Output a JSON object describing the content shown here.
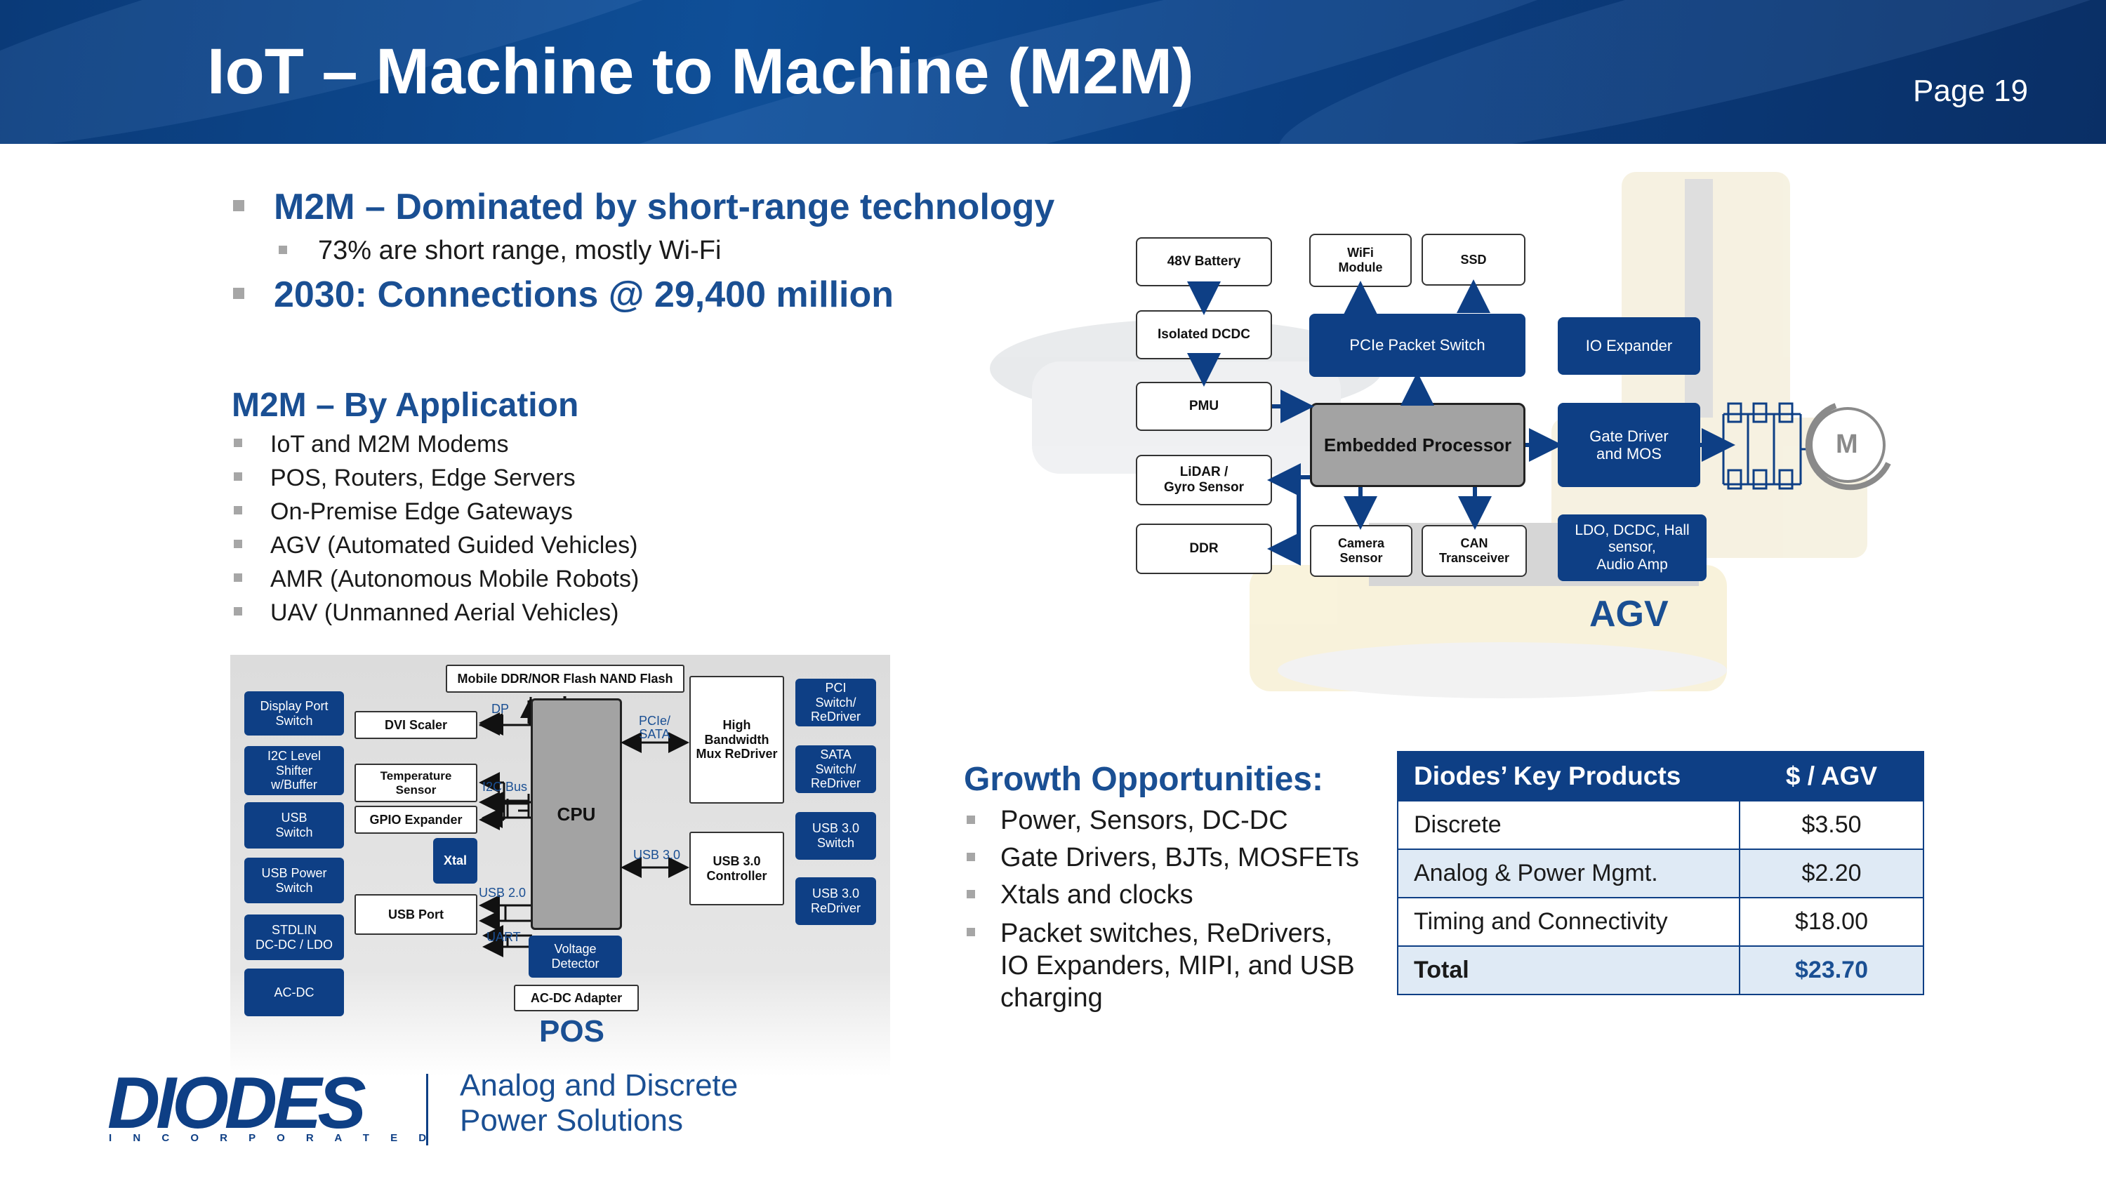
{
  "header": {
    "title": "IoT – Machine to Machine (M2M)",
    "page": "Page 19"
  },
  "bullets_top": [
    {
      "text": "M2M – Dominated by short-range technology",
      "level": 1
    },
    {
      "text": "73% are short range, mostly Wi-Fi",
      "level": 2
    },
    {
      "text": "2030: Connections @ 29,400 million",
      "level": 1
    }
  ],
  "by_application": {
    "heading": "M2M – By Application",
    "items": [
      "IoT and M2M Modems",
      "POS, Routers, Edge Servers",
      "On-Premise Edge Gateways",
      "AGV (Automated Guided Vehicles)",
      "AMR (Autonomous Mobile Robots)",
      "UAV (Unmanned Aerial Vehicles)"
    ]
  },
  "pos": {
    "label": "POS",
    "left_column": [
      "Display Port\nSwitch",
      "I2C Level\nShifter\nw/Buffer",
      "USB\nSwitch",
      "USB Power\nSwitch",
      "STDLIN\nDC-DC / LDO",
      "AC-DC"
    ],
    "right_column": [
      "PCI\nSwitch/\nReDriver",
      "SATA\nSwitch/\nReDriver",
      "USB 3.0\nSwitch",
      "USB 3.0\nReDriver"
    ],
    "flash": "Mobile DDR/NOR Flash NAND Flash",
    "dvi": "DVI Scaler",
    "temp": "Temperature\nSensor",
    "gpio": "GPIO Expander",
    "xtal": "Xtal",
    "usb_port": "USB Port",
    "cpu": "CPU",
    "voltage": "Voltage\nDetector",
    "acdc_adapter": "AC-DC Adapter",
    "hbmux": "High\nBandwidth\nMux ReDriver",
    "usb3ctrl": "USB 3.0\nController",
    "labels": {
      "dp": "DP",
      "pcie": "PCIe/\nSATA",
      "i2c": "I2C Bus",
      "usb3": "USB 3.0",
      "usb2": "USB 2.0",
      "uart": "UART"
    }
  },
  "agv": {
    "label": "AGV",
    "battery": "48V Battery",
    "dcdc": "Isolated DCDC",
    "pmu": "PMU",
    "lidar": "LiDAR /\nGyro Sensor",
    "ddr": "DDR",
    "wifi": "WiFi\nModule",
    "ssd": "SSD",
    "pcie_switch": "PCIe Packet Switch",
    "io_expander": "IO Expander",
    "processor": "Embedded Processor",
    "gate_driver": "Gate Driver\nand MOS",
    "ldo": "LDO, DCDC, Hall\nsensor,\nAudio Amp",
    "camera": "Camera\nSensor",
    "can": "CAN\nTransceiver",
    "motor": "M"
  },
  "growth": {
    "heading": "Growth Opportunities:",
    "items": [
      "Power, Sensors, DC-DC",
      "Gate Drivers, BJTs, MOSFETs",
      "Xtals and clocks",
      "Packet switches, ReDrivers,\nIO Expanders, MIPI, and USB\ncharging"
    ]
  },
  "table": {
    "headers": [
      "Diodes’ Key Products",
      "$ / AGV"
    ],
    "rows": [
      [
        "Discrete",
        "$3.50"
      ],
      [
        "Analog & Power Mgmt.",
        "$2.20"
      ],
      [
        "Timing and Connectivity",
        "$18.00"
      ],
      [
        "Total",
        "$23.70"
      ]
    ]
  },
  "footer": {
    "logo": "DIODES",
    "logo_sub": "I N C O R P O R A T E D",
    "tagline_1": "Analog and Discrete",
    "tagline_2": "Power Solutions"
  },
  "colors": {
    "brand_blue": "#0e3f85",
    "heading_blue": "#1a4f93",
    "cpu_gray": "#a3a3a3"
  }
}
